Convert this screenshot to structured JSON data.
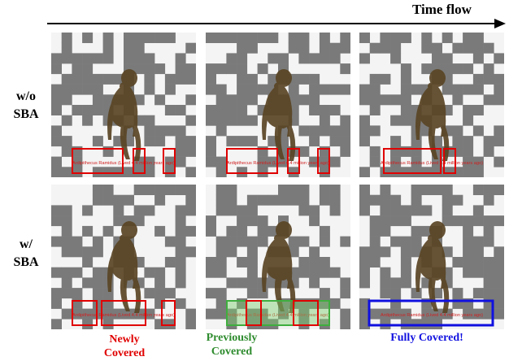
{
  "header": {
    "time_flow": "Time flow"
  },
  "rows": [
    {
      "label_line1": "w/o",
      "label_line2": "SBA"
    },
    {
      "label_line1": "w/",
      "label_line2": "SBA"
    }
  ],
  "caption_text": "Ardipithecus Ramidus (Lived 4.4 million years ago)",
  "legend": {
    "newly": {
      "line1": "Newly",
      "line2": "Covered",
      "color": "#e00000"
    },
    "previously": {
      "line1": "Previously",
      "line2": "Covered",
      "color": "#2e8b2e"
    },
    "fully": {
      "text": "Fully Covered!",
      "color": "#1010e0"
    }
  },
  "colors": {
    "patch_gray": "#7a7a7a",
    "background_white": "#f4f4f4",
    "figure_brown": "#5a4525",
    "caption_red": "#d02020"
  }
}
